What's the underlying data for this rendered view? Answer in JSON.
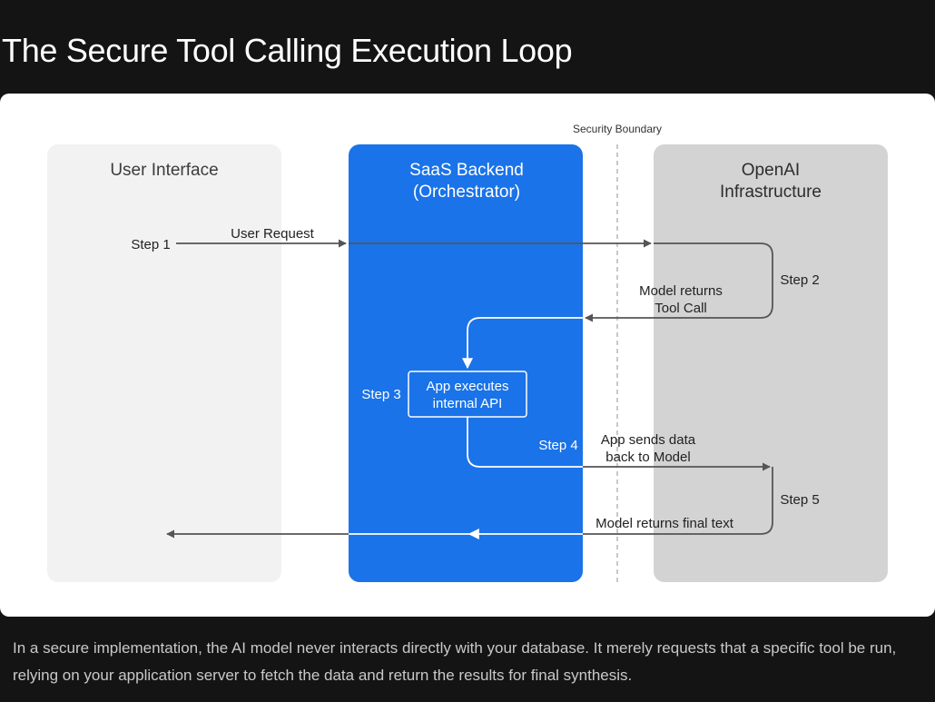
{
  "page": {
    "title": "The Secure Tool Calling Execution Loop",
    "caption": "In a secure implementation, the AI model never interacts directly with your database. It merely requests that a specific tool be run, relying on your application server to fetch the data and return the results for final synthesis."
  },
  "diagram": {
    "security_boundary_label": "Security Boundary",
    "lanes": {
      "user_interface": {
        "title": "User Interface"
      },
      "saas_backend": {
        "title_line1": "SaaS Backend",
        "title_line2": "(Orchestrator)"
      },
      "openai": {
        "title_line1": "OpenAI",
        "title_line2": "Infrastructure"
      }
    },
    "steps": {
      "step1": "Step 1",
      "step2": "Step 2",
      "step3": "Step 3",
      "step4": "Step 4",
      "step5": "Step 5"
    },
    "labels": {
      "user_request": "User Request",
      "model_returns_line1": "Model returns",
      "model_returns_line2": "Tool Call",
      "app_executes_line1": "App executes",
      "app_executes_line2": "internal API",
      "app_sends_line1": "App sends data",
      "app_sends_line2": "back to Model",
      "final_text": "Model returns final text"
    }
  },
  "colors": {
    "page_background": "#141414",
    "user_lane": "#f2f2f2",
    "backend_lane": "#1a73e8",
    "openai_lane": "#d3d3d3",
    "arrow_dark": "#555555",
    "arrow_light": "#ffffff"
  }
}
